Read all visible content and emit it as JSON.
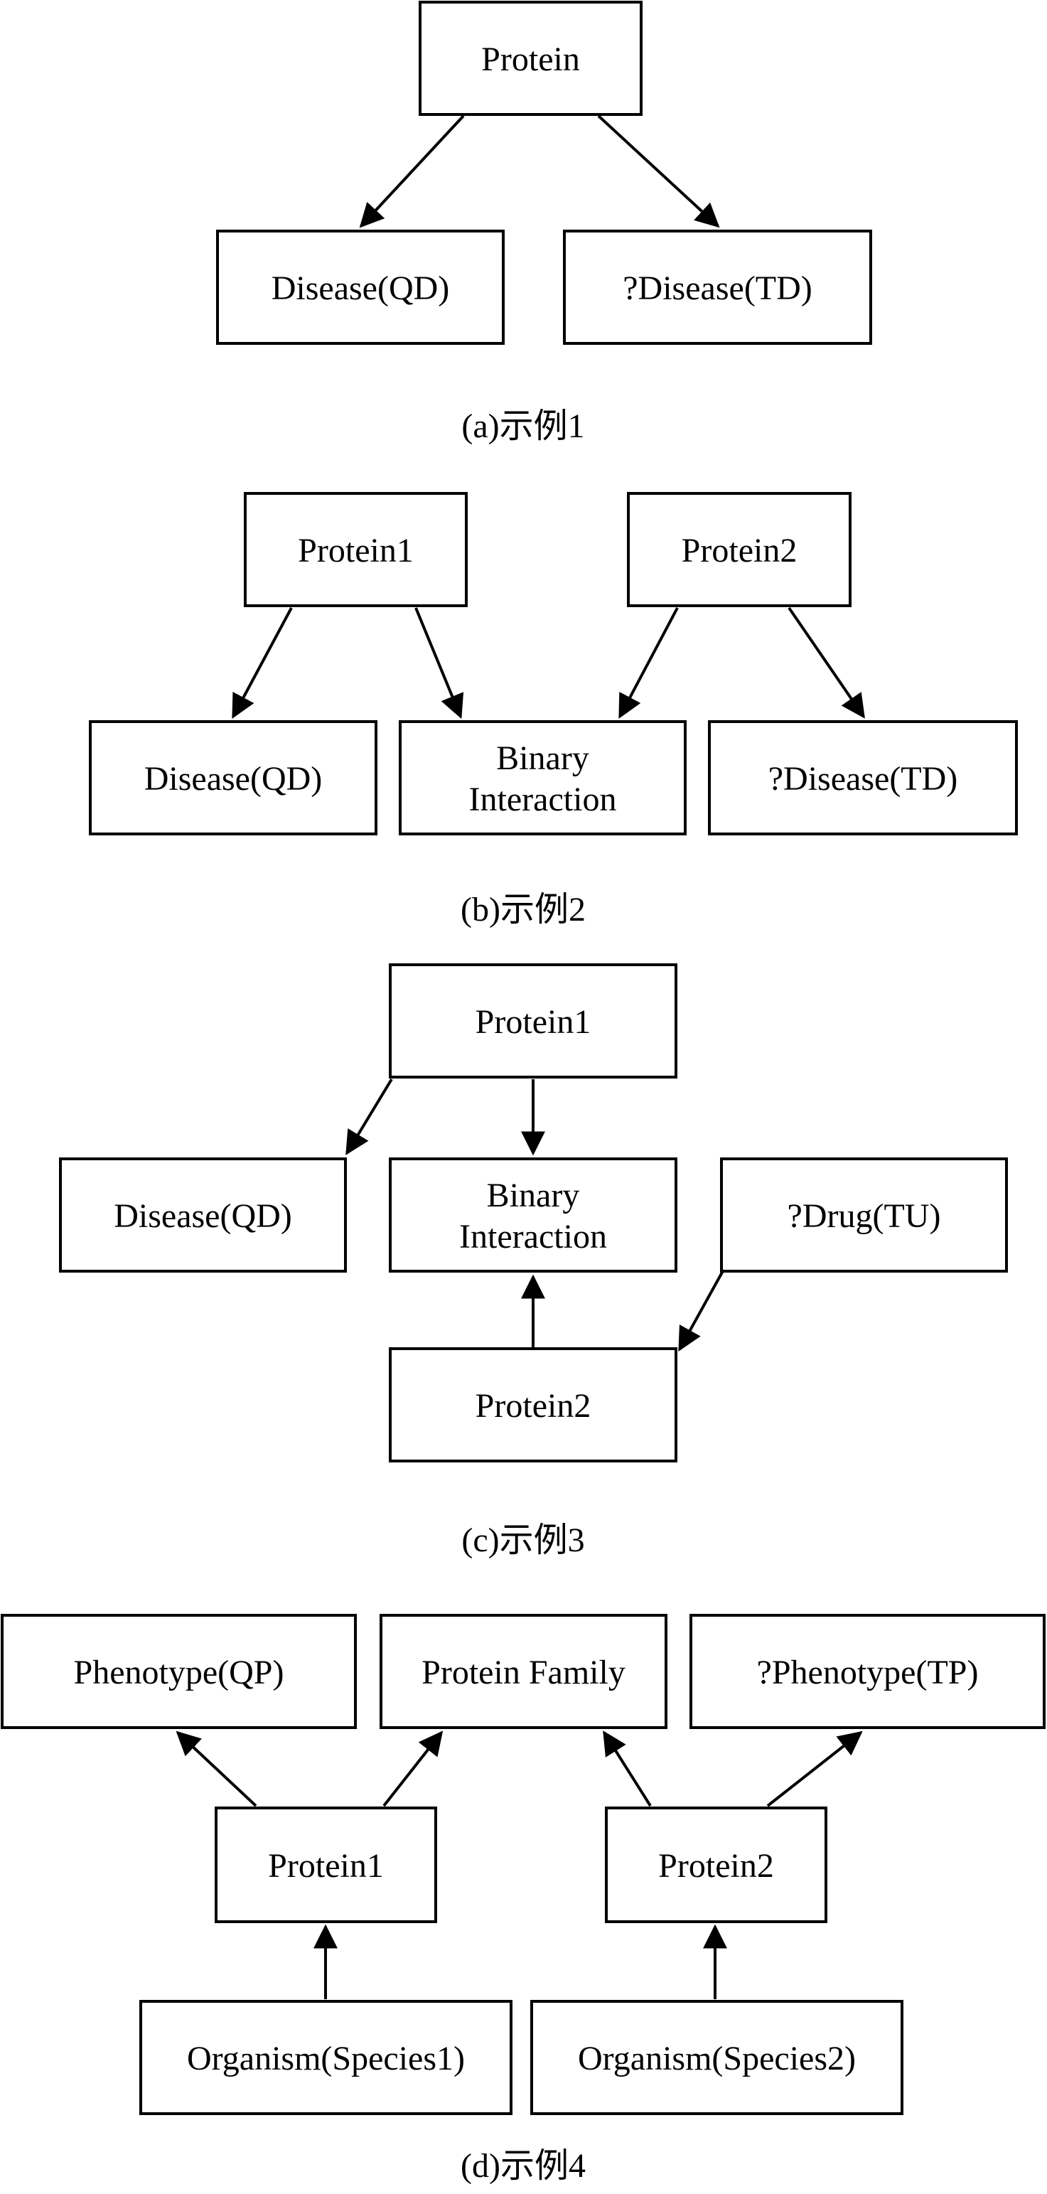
{
  "panels": [
    {
      "caption": "(a)示例1",
      "nodes": [
        {
          "id": "protein",
          "label": "Protein"
        },
        {
          "id": "disease_qd",
          "label": "Disease(QD)"
        },
        {
          "id": "disease_td",
          "label": "?Disease(TD)"
        }
      ],
      "edges": [
        {
          "from": "protein",
          "to": "disease_qd"
        },
        {
          "from": "protein",
          "to": "disease_td"
        }
      ]
    },
    {
      "caption": "(b)示例2",
      "nodes": [
        {
          "id": "protein1",
          "label": "Protein1"
        },
        {
          "id": "protein2",
          "label": "Protein2"
        },
        {
          "id": "disease_qd",
          "label": "Disease(QD)"
        },
        {
          "id": "binary_interaction",
          "label": [
            "Binary",
            "Interaction"
          ]
        },
        {
          "id": "disease_td",
          "label": "?Disease(TD)"
        }
      ],
      "edges": [
        {
          "from": "protein1",
          "to": "disease_qd"
        },
        {
          "from": "protein1",
          "to": "binary_interaction"
        },
        {
          "from": "protein2",
          "to": "binary_interaction"
        },
        {
          "from": "protein2",
          "to": "disease_td"
        }
      ]
    },
    {
      "caption": "(c)示例3",
      "nodes": [
        {
          "id": "protein1",
          "label": "Protein1"
        },
        {
          "id": "disease_qd",
          "label": "Disease(QD)"
        },
        {
          "id": "binary_interaction",
          "label": [
            "Binary",
            "Interaction"
          ]
        },
        {
          "id": "drug_tu",
          "label": "?Drug(TU)"
        },
        {
          "id": "protein2",
          "label": "Protein2"
        }
      ],
      "edges": [
        {
          "from": "protein1",
          "to": "disease_qd"
        },
        {
          "from": "protein1",
          "to": "binary_interaction"
        },
        {
          "from": "protein2",
          "to": "binary_interaction"
        },
        {
          "from": "drug_tu",
          "to": "protein2"
        }
      ]
    },
    {
      "caption": "(d)示例4",
      "nodes": [
        {
          "id": "phenotype_qp",
          "label": "Phenotype(QP)"
        },
        {
          "id": "protein_family",
          "label": "Protein Family"
        },
        {
          "id": "phenotype_tp",
          "label": "?Phenotype(TP)"
        },
        {
          "id": "protein1",
          "label": "Protein1"
        },
        {
          "id": "protein2",
          "label": "Protein2"
        },
        {
          "id": "organism_species1",
          "label": "Organism(Species1)"
        },
        {
          "id": "organism_species2",
          "label": "Organism(Species2)"
        }
      ],
      "edges": [
        {
          "from": "protein1",
          "to": "phenotype_qp"
        },
        {
          "from": "protein1",
          "to": "protein_family"
        },
        {
          "from": "protein2",
          "to": "protein_family"
        },
        {
          "from": "protein2",
          "to": "phenotype_tp"
        },
        {
          "from": "organism_species1",
          "to": "protein1"
        },
        {
          "from": "organism_species2",
          "to": "protein2"
        }
      ]
    }
  ]
}
